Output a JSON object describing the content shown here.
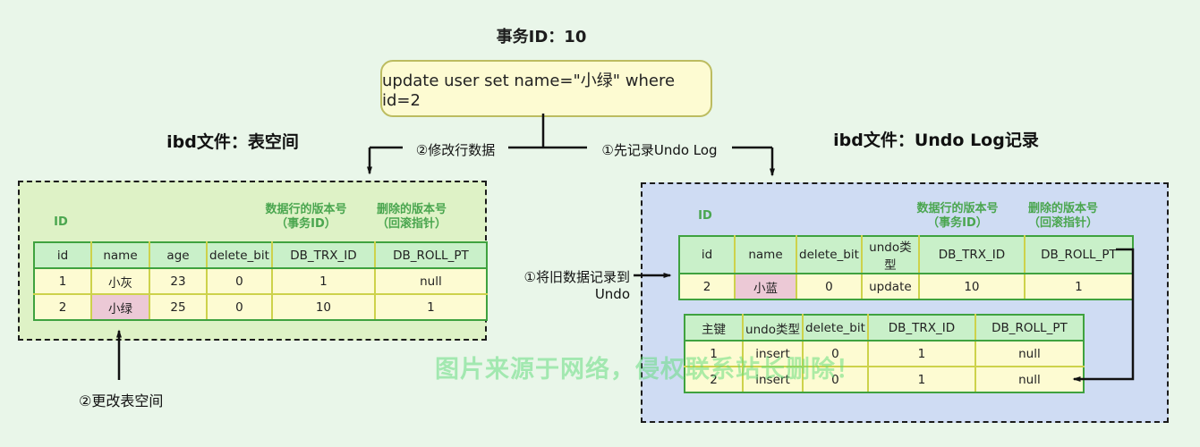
{
  "page": {
    "transaction_label": "事务ID：10",
    "sql_statement": "update user set name=\"小绿\" where id=2",
    "watermark": "图片来源于网络，侵权联系站长删除！"
  },
  "arrows": {
    "modify_row_label": "②修改行数据",
    "record_undo_label": "①先记录Undo Log",
    "record_old_data_label": "①将旧数据记录到Undo",
    "update_tablespace_label": "②更改表空间"
  },
  "tablespace": {
    "title": "ibd文件：表空间",
    "id_label": "ID",
    "trx_col_label": "数据行的版本号",
    "trx_col_sublabel": "（事务ID）",
    "roll_col_label": "删除的版本号",
    "roll_col_sublabel": "（回滚指针）",
    "table": {
      "headers": [
        "id",
        "name",
        "age",
        "delete_bit",
        "DB_TRX_ID",
        "DB_ROLL_PT"
      ],
      "rows": [
        [
          "1",
          "小灰",
          "23",
          "0",
          "1",
          "null"
        ],
        [
          "2",
          "小绿",
          "25",
          "0",
          "10",
          "1"
        ]
      ],
      "highlights": [
        [
          1,
          1
        ]
      ]
    }
  },
  "undo_log": {
    "title": "ibd文件：Undo Log记录",
    "id_label": "ID",
    "trx_col_label": "数据行的版本号",
    "trx_col_sublabel": "（事务ID）",
    "roll_col_label": "删除的版本号",
    "roll_col_sublabel": "（回滚指针）",
    "update_table": {
      "headers": [
        "id",
        "name",
        "delete_bit",
        "undo类型",
        "DB_TRX_ID",
        "DB_ROLL_PT"
      ],
      "rows": [
        [
          "2",
          "小蓝",
          "0",
          "update",
          "10",
          "1"
        ]
      ],
      "highlights": [
        [
          -1,
          1
        ],
        [
          0,
          1
        ]
      ]
    },
    "insert_table": {
      "headers": [
        "主键",
        "undo类型",
        "delete_bit",
        "DB_TRX_ID",
        "DB_ROLL_PT"
      ],
      "rows": [
        [
          "1",
          "insert",
          "0",
          "1",
          "null"
        ],
        [
          "2",
          "insert",
          "0",
          "1",
          "null"
        ]
      ],
      "highlights": []
    }
  },
  "colors": {
    "background": "#e9f6e9",
    "tablespace_box": "#def2c6",
    "undo_box": "#cfdcf3",
    "header_cell": "#c9f0c9",
    "data_cell": "#fdfbd2",
    "highlight_cell": "#ecc9d6",
    "table_border_green": "#3fa23f",
    "cell_border_olive": "#cdd24b",
    "label_green": "#4aa64f",
    "sql_box_fill": "#fdfbd2",
    "sql_box_border": "#bcbc60",
    "watermark_green": "#5edc78"
  }
}
